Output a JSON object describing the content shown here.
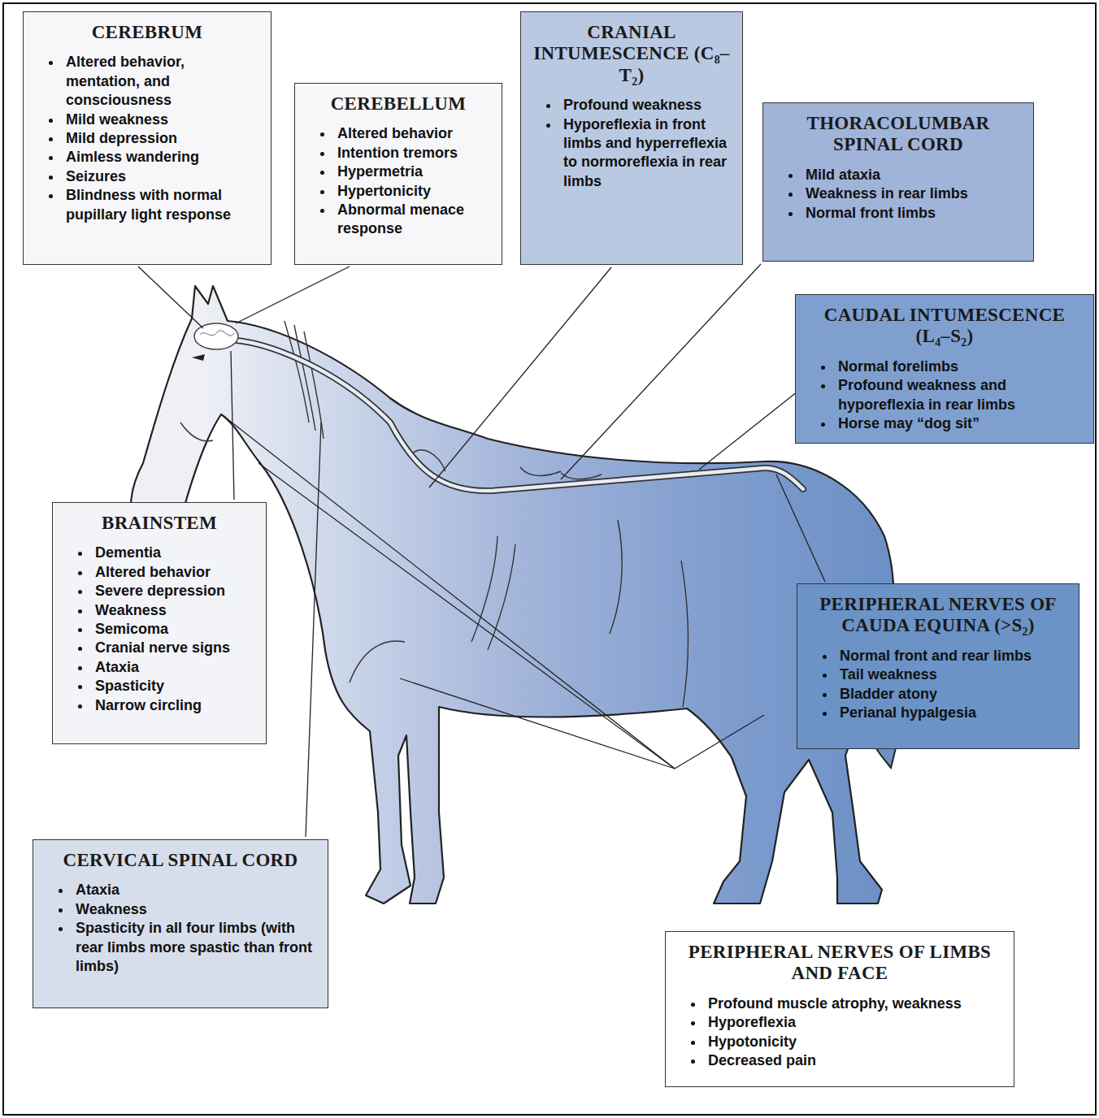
{
  "diagram": {
    "nodes": [
      {
        "text": [
          "CEREBRUM",
          "Altered behavior, mentation, and consciousness",
          "Mild weakness",
          "Mild depression",
          "Aimless wandering",
          "Seizures",
          "Blindness with normal pupillary light response"
        ]
      },
      {
        "text": [
          "CEREBELLUM",
          "Altered behavior",
          "Intention tremors",
          "Hypermetria",
          "Hypertonicity",
          "Abnormal menace response"
        ]
      },
      {
        "text": [
          "CRANIAL INTUMESCENCE (C₈–T₂)",
          "Profound weakness",
          "Hyporeflexia in front limbs and hyperreflexia to normoreflexia in rear limbs"
        ]
      },
      {
        "text": [
          "THORACOLUMBAR SPINAL CORD",
          "Mild ataxia",
          "Weakness in rear limbs",
          "Normal front limbs"
        ]
      },
      {
        "text": [
          "CAUDAL INTUMESCENCE (L₄–S₂)",
          "Normal forelimbs",
          "Profound weakness and hyporeflexia in rear limbs",
          "Horse may “dog sit”"
        ]
      },
      {
        "text": [
          "BRAINSTEM",
          "Dementia",
          "Altered behavior",
          "Severe depression",
          "Weakness",
          "Semicoma",
          "Cranial nerve signs",
          "Ataxia",
          "Spasticity",
          "Narrow circling"
        ]
      },
      {
        "text": [
          "PERIPHERAL NERVES OF CAUDA EQUINA (>S₂)",
          "Normal front and rear limbs",
          "Tail weakness",
          "Bladder atony",
          "Perianal hypalgesia"
        ]
      },
      {
        "text": [
          "CERVICAL SPINAL CORD",
          "Ataxia",
          "Weakness",
          "Spasticity in all four limbs (with rear limbs more spastic than front limbs)"
        ]
      },
      {
        "text": [
          "PERIPHERAL NERVES OF LIMBS AND FACE",
          "Profound muscle atrophy, weakness",
          "Hyporeflexia",
          "Hypotonicity",
          "Decreased pain"
        ]
      }
    ]
  }
}
